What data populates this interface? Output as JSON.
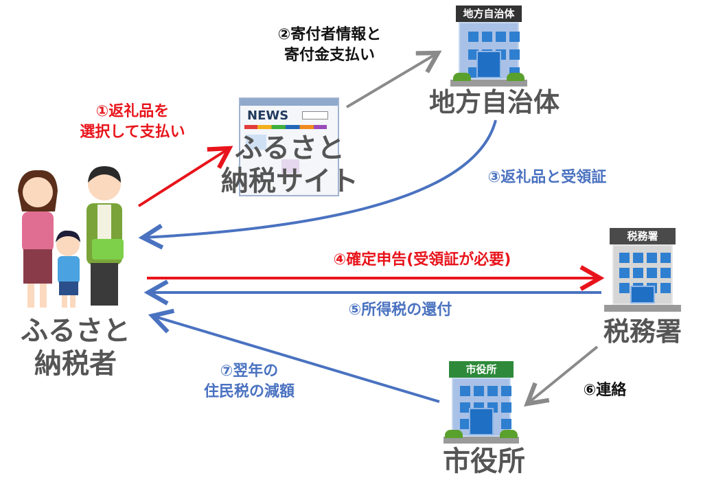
{
  "steps": {
    "s1": [
      "①返礼品を",
      "選択して支払い"
    ],
    "s2": [
      "②寄付者情報と",
      "寄付金支払い"
    ],
    "s3": "③返礼品と受領証",
    "s4": "④確定申告(受領証が必要)",
    "s5": "⑤所得税の還付",
    "s6": "⑥連絡",
    "s7": [
      "⑦翌年の",
      "住民税の減額"
    ]
  },
  "actors": {
    "municipality": {
      "label": "地方自治体",
      "sign": "地方自治体"
    },
    "site": {
      "label": [
        "ふるさと",
        "納税サイト"
      ],
      "logo": "NEWS"
    },
    "taxpayer": {
      "label": [
        "ふるさと",
        "納税者"
      ]
    },
    "tax_office": {
      "label": "税務署",
      "sign": "税務署"
    },
    "city_hall": {
      "label": "市役所",
      "sign": "市役所"
    }
  },
  "colors": {
    "red": "#e8141b",
    "blue": "#4a72c0",
    "gray": "#8a8a8a"
  }
}
